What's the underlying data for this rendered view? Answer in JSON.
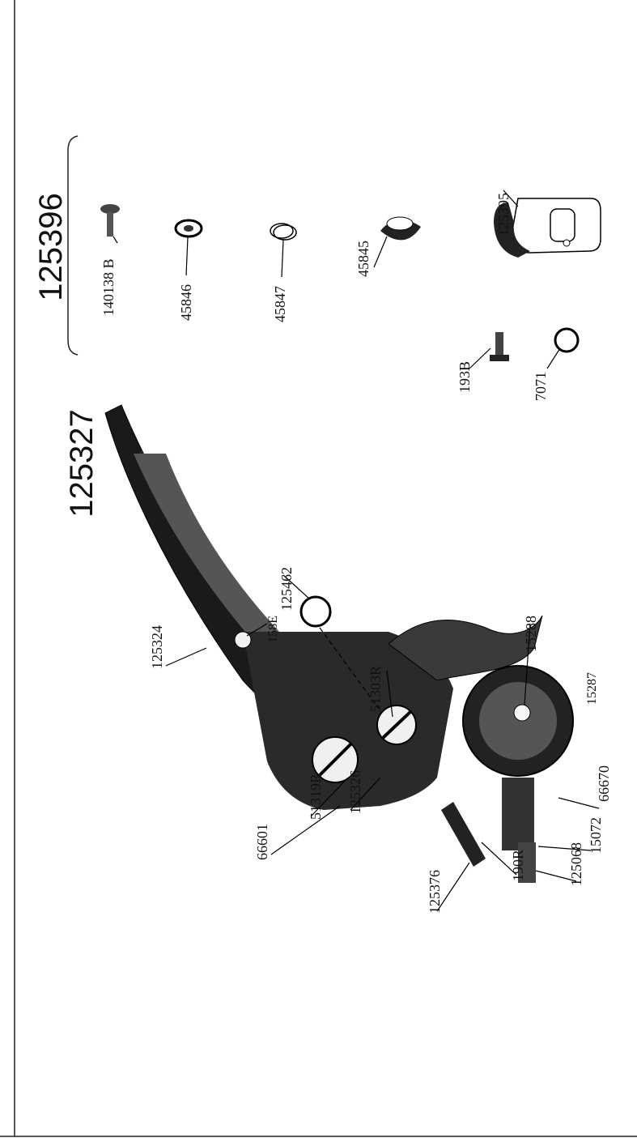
{
  "assembly_main": "125327",
  "assembly_kit": "125396",
  "labels_main": {
    "p125462": "125462",
    "p51303r": "51303R",
    "p158e": "158E",
    "p15288": "15288",
    "p15287": "15287",
    "p125324": "125324",
    "p66670": "66670",
    "p15072": "15072",
    "p125068": "125068",
    "p190r": "190R",
    "p125376": "125376",
    "p125326": "125326",
    "p51319r": "51319R",
    "p66601": "66601"
  },
  "labels_kit": {
    "p140138": "140138 B",
    "p45846": "45846",
    "p45847": "45847",
    "p45845": "45845",
    "p125395": "125395",
    "p193b": "193B",
    "p7071": "7071"
  }
}
